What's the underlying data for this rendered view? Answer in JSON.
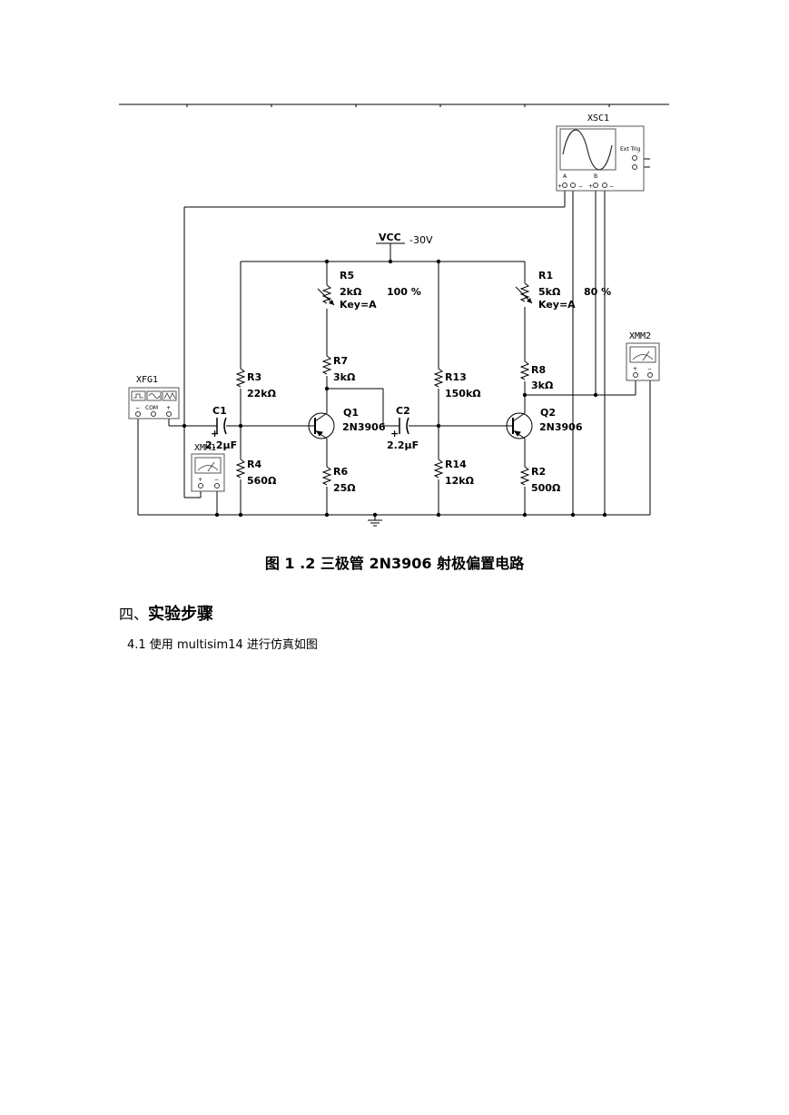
{
  "figure": {
    "instruments": {
      "oscilloscope": "XSC1",
      "osc_ext_trig": "Ext Trig",
      "osc_ch_a": "A",
      "osc_ch_b": "B",
      "function_gen": "XFG1",
      "function_gen_com": "COM",
      "multimeter_1": "XMM1",
      "multimeter_2": "XMM2"
    },
    "supply": {
      "name": "VCC",
      "value": "-30V"
    },
    "components": {
      "R5": {
        "name": "R5",
        "value": "2kΩ",
        "key": "Key=A",
        "percent": "100 %"
      },
      "R1": {
        "name": "R1",
        "value": "5kΩ",
        "key": "Key=A",
        "percent": "80 %"
      },
      "R3": {
        "name": "R3",
        "value": "22kΩ"
      },
      "R4": {
        "name": "R4",
        "value": "560Ω"
      },
      "R7": {
        "name": "R7",
        "value": "3kΩ"
      },
      "R6": {
        "name": "R6",
        "value": "25Ω"
      },
      "R13": {
        "name": "R13",
        "value": "150kΩ"
      },
      "R14": {
        "name": "R14",
        "value": "12kΩ"
      },
      "R8": {
        "name": "R8",
        "value": "3kΩ"
      },
      "R2": {
        "name": "R2",
        "value": "500Ω"
      },
      "C1": {
        "name": "C1",
        "value": "2.2µF"
      },
      "C2": {
        "name": "C2",
        "value": "2.2µF"
      },
      "Q1": {
        "name": "Q1",
        "model": "2N3906"
      },
      "Q2": {
        "name": "Q2",
        "model": "2N3906"
      }
    },
    "caption": "图 1 .2 三极管 2N3906 射极偏置电路"
  },
  "section": {
    "number": "四、",
    "title": "实验步骤"
  },
  "step": "4.1 使用 multisim14 进行仿真如图"
}
